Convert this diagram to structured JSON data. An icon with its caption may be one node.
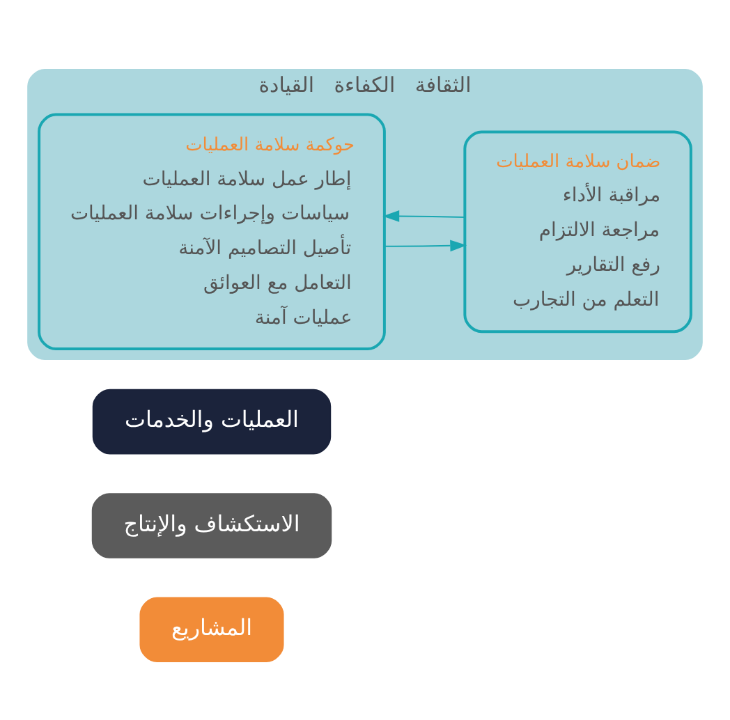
{
  "diagram": {
    "nodes": [
      {
        "text": [
          "المشاريع"
        ]
      },
      {
        "text": [
          "الاستكشاف والإنتاج"
        ]
      },
      {
        "text": [
          "العمليات والخدمات"
        ]
      },
      {
        "text": [
          "الثقافة",
          "الكفاءة",
          "القيادة"
        ]
      },
      {
        "text": [
          "ضمان سلامة العمليات",
          "مراقبة الأداء",
          "مراجعة الالتزام",
          "رفع التقارير",
          "التعلم من التجارب"
        ],
        "in": 3
      },
      {
        "text": [
          "حوكمة سلامة العمليات",
          "إطار عمل سلامة العمليات",
          "سياسات وإجراءات سلامة العمليات",
          "تأصيل التصاميم الآمنة",
          "التعامل مع العوائق",
          "عمليات آمنة"
        ],
        "in": 3
      }
    ],
    "edges": [
      {
        "from": 5,
        "to": 4,
        "arrow": "to"
      },
      {
        "from": 4,
        "to": 5,
        "arrow": "to"
      }
    ]
  }
}
